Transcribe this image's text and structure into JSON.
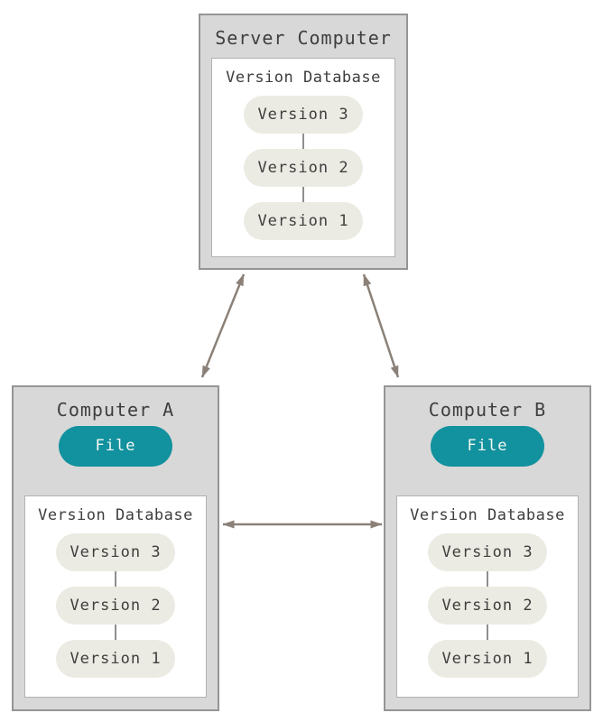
{
  "colors": {
    "machine_fill": "#d8d8d8",
    "machine_border": "#959595",
    "db_fill": "#ffffff",
    "db_border": "#b2b2b2",
    "pill_fill": "#ecebe3",
    "file_fill": "#12919e",
    "file_text": "#f4f8f4",
    "text": "#3e3e3e",
    "arrow": "#8b8178",
    "connector": "#8f8f8f",
    "page_bg": "#ffffff"
  },
  "server": {
    "title": "Server Computer",
    "database": {
      "title": "Version Database",
      "versions": [
        "Version 3",
        "Version 2",
        "Version 1"
      ]
    }
  },
  "computer_a": {
    "title": "Computer A",
    "file_label": "File",
    "database": {
      "title": "Version Database",
      "versions": [
        "Version 3",
        "Version 2",
        "Version 1"
      ]
    }
  },
  "computer_b": {
    "title": "Computer B",
    "file_label": "File",
    "database": {
      "title": "Version Database",
      "versions": [
        "Version 3",
        "Version 2",
        "Version 1"
      ]
    }
  }
}
